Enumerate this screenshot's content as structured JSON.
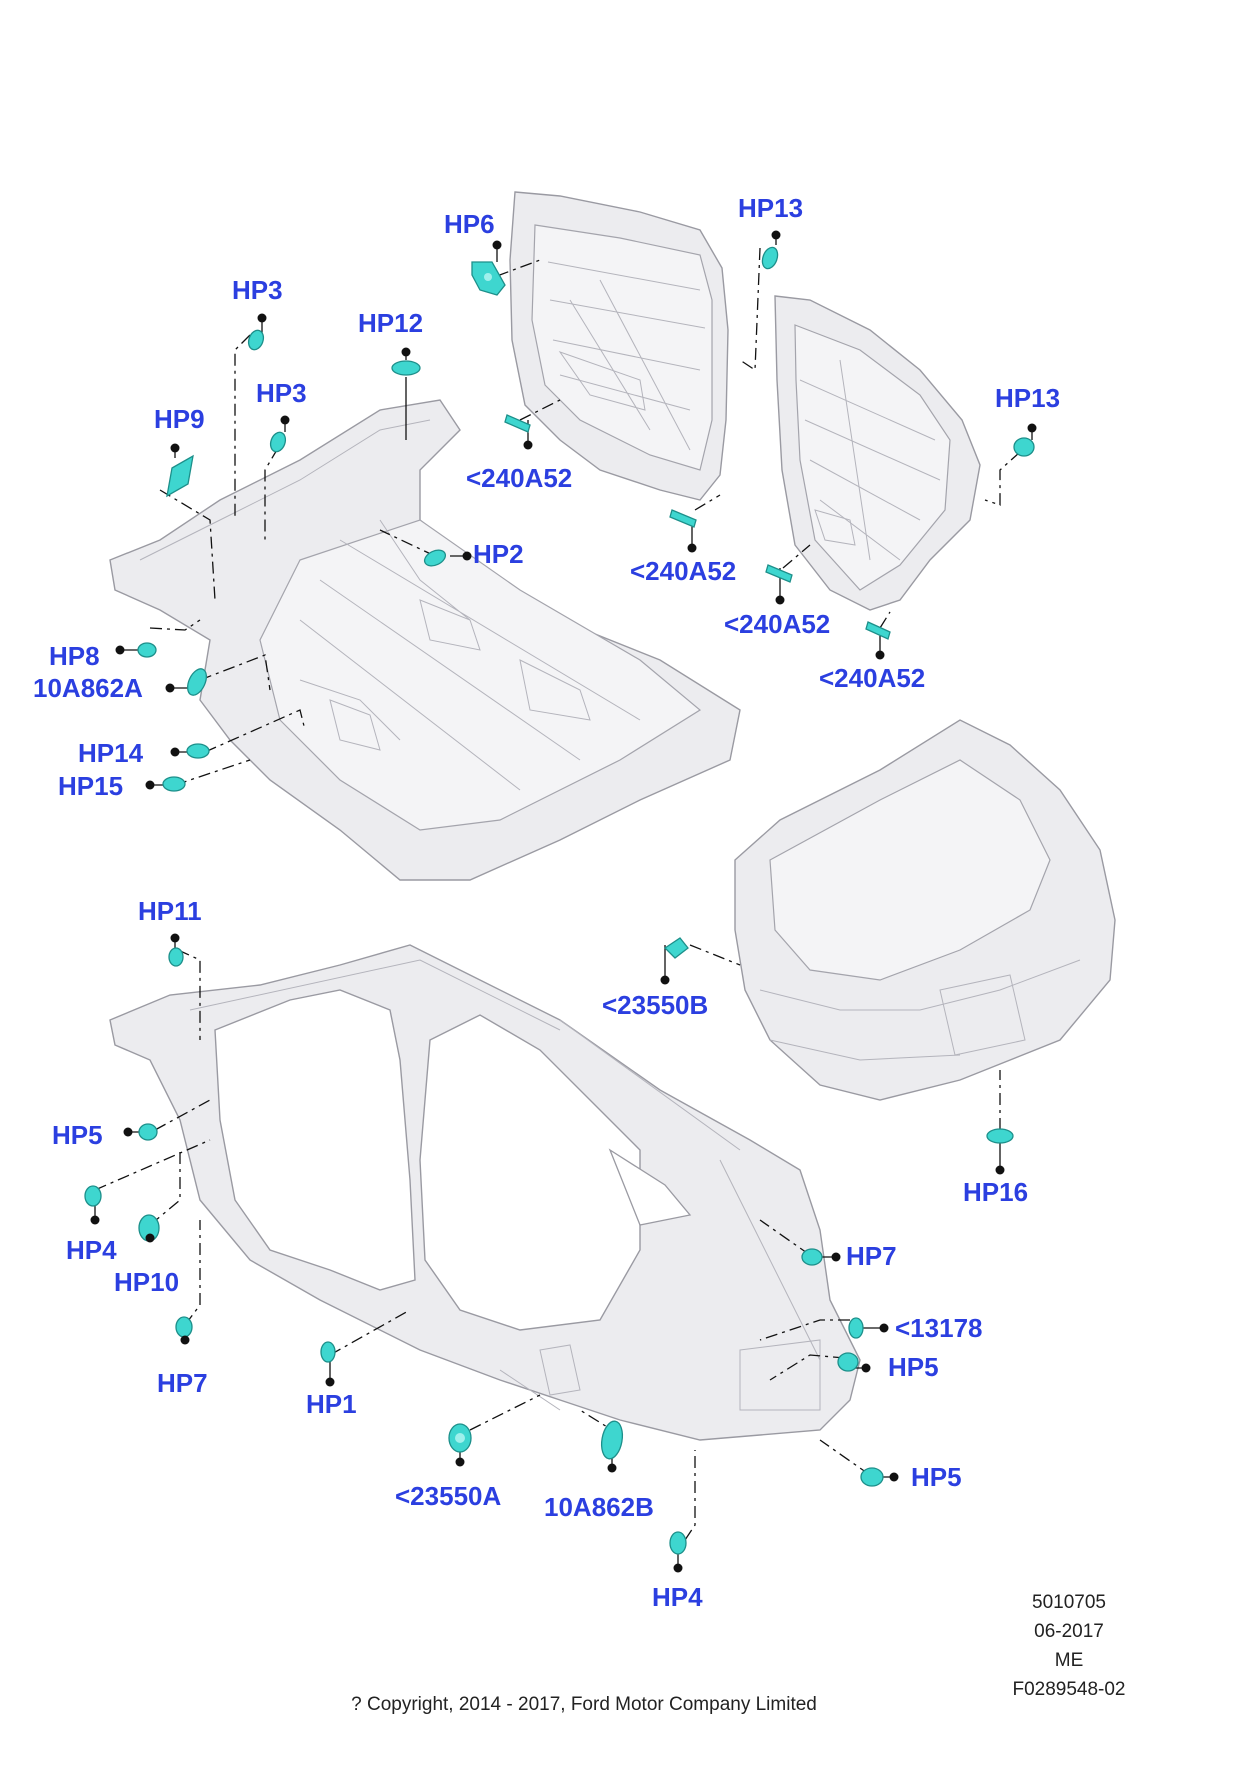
{
  "colors": {
    "callout": "#2b3fe0",
    "plug": "#3ed6cf",
    "panel": "#ececef"
  },
  "callouts": {
    "hp6": "HP6",
    "hp13_top": "HP13",
    "hp3_top": "HP3",
    "hp12": "HP12",
    "hp3_mid": "HP3",
    "hp9": "HP9",
    "hp13_right": "HP13",
    "ref240a52_1": "<240A52",
    "hp2": "HP2",
    "ref240a52_2": "<240A52",
    "ref240a52_3": "<240A52",
    "ref240a52_4": "<240A52",
    "hp8": "HP8",
    "ref10a862a": "10A862A",
    "hp14": "HP14",
    "hp15": "HP15",
    "hp11": "HP11",
    "ref23550b": "<23550B",
    "hp5_left": "HP5",
    "hp16": "HP16",
    "hp4_left": "HP4",
    "hp10": "HP10",
    "hp7_right": "HP7",
    "ref13178": "<13178",
    "hp7_left": "HP7",
    "hp5_right1": "HP5",
    "hp1": "HP1",
    "hp5_right2": "HP5",
    "ref23550a": "<23550A",
    "ref10a862b": "10A862B",
    "hp4_bottom": "HP4"
  },
  "footer": {
    "ref_number": "5010705",
    "date": "06-2017",
    "region": "ME",
    "figure_id": "F0289548-02",
    "copyright": "? Copyright, 2014 - 2017, Ford Motor Company Limited"
  }
}
